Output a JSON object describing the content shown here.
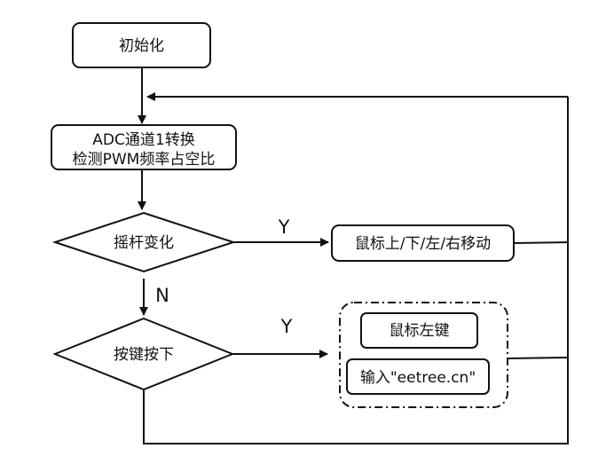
{
  "flowchart": {
    "nodes": {
      "init": "初始化",
      "process_line1": "ADC通道1转换",
      "process_line2": "检测PWM频率占空比",
      "decision_joystick": "摇杆变化",
      "action_mouse_move": "鼠标上/下/左/右移动",
      "decision_key": "按键按下",
      "action_left_click": "鼠标左键",
      "action_input_text": "输入\"eetree.cn\""
    },
    "edge_labels": {
      "joystick_yes": "Y",
      "joystick_no": "N",
      "key_yes": "Y"
    }
  }
}
